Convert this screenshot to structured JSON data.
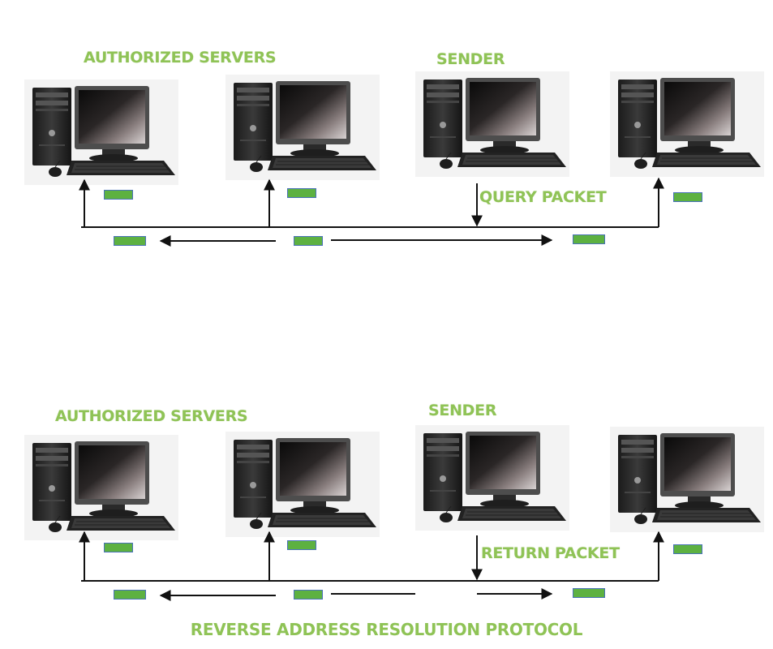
{
  "panels": [
    {
      "servers_label": "AUTHORIZED SERVERS",
      "sender_label": "SENDER",
      "packet_label": "QUERY PACKET"
    },
    {
      "servers_label": "AUTHORIZED SERVERS",
      "sender_label": "SENDER",
      "packet_label": "RETURN PACKET"
    }
  ],
  "caption": "REVERSE ADDRESS RESOLUTION PROTOCOL",
  "colors": {
    "label_green": "#8fc356",
    "packet_fill": "#5db141",
    "packet_border": "#4a72b8",
    "wire": "#111111"
  },
  "icons": [
    "desktop-computer-icon"
  ]
}
